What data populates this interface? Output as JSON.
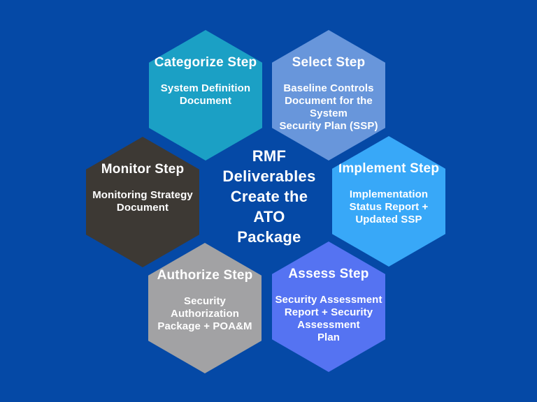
{
  "background_color": "#0549A6",
  "text_color": "#FFFFFF",
  "center": {
    "text": "RMF\nDeliverables\nCreate the\nATO\nPackage"
  },
  "hexagons": [
    {
      "name": "categorize",
      "title": "Categorize Step",
      "body": "System Definition\nDocument",
      "color": "#1BA0C5"
    },
    {
      "name": "select",
      "title": "Select Step",
      "body": "Baseline Controls\nDocument for the\nSystem\nSecurity Plan (SSP)",
      "color": "#6896DB"
    },
    {
      "name": "monitor",
      "title": "Monitor Step",
      "body": "Monitoring Strategy\nDocument",
      "color": "#3D3934"
    },
    {
      "name": "implement",
      "title": "Implement Step",
      "body": "Implementation\nStatus Report +\nUpdated SSP",
      "color": "#38A8F8"
    },
    {
      "name": "authorize",
      "title": "Authorize Step",
      "body": "Security\nAuthorization\nPackage + POA&M",
      "color": "#A2A2A4"
    },
    {
      "name": "assess",
      "title": "Assess Step",
      "body": "Security Assessment\nReport + Security\nAssessment\nPlan",
      "color": "#5573F2"
    }
  ]
}
